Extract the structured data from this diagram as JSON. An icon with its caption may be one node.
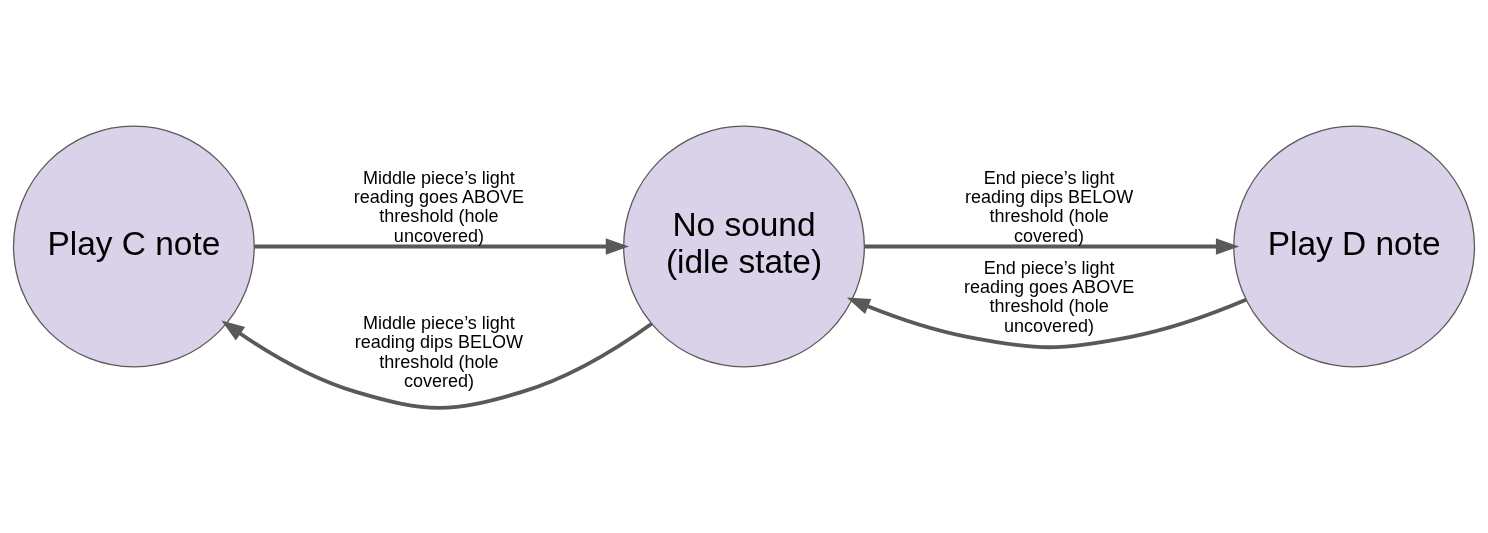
{
  "diagram": {
    "nodes": [
      {
        "text": [
          "Play C note"
        ]
      },
      {
        "text": [
          "No sound (idle state)"
        ]
      },
      {
        "text": [
          "Play D note"
        ]
      }
    ],
    "edges": [
      {
        "from": 1,
        "to": 0,
        "arrow": "to",
        "label": "Middle piece’s light reading dips BELOW threshold (hole covered)"
      },
      {
        "from": 0,
        "to": 1,
        "arrow": "to",
        "label": "Middle piece’s light reading goes ABOVE threshold (hole uncovered)"
      },
      {
        "from": 1,
        "to": 2,
        "arrow": "to",
        "label": "End piece’s light reading dips BELOW threshold (hole covered)"
      },
      {
        "from": 2,
        "to": 1,
        "arrow": "to",
        "label": "End piece’s light reading goes ABOVE threshold (hole uncovered)"
      }
    ]
  }
}
